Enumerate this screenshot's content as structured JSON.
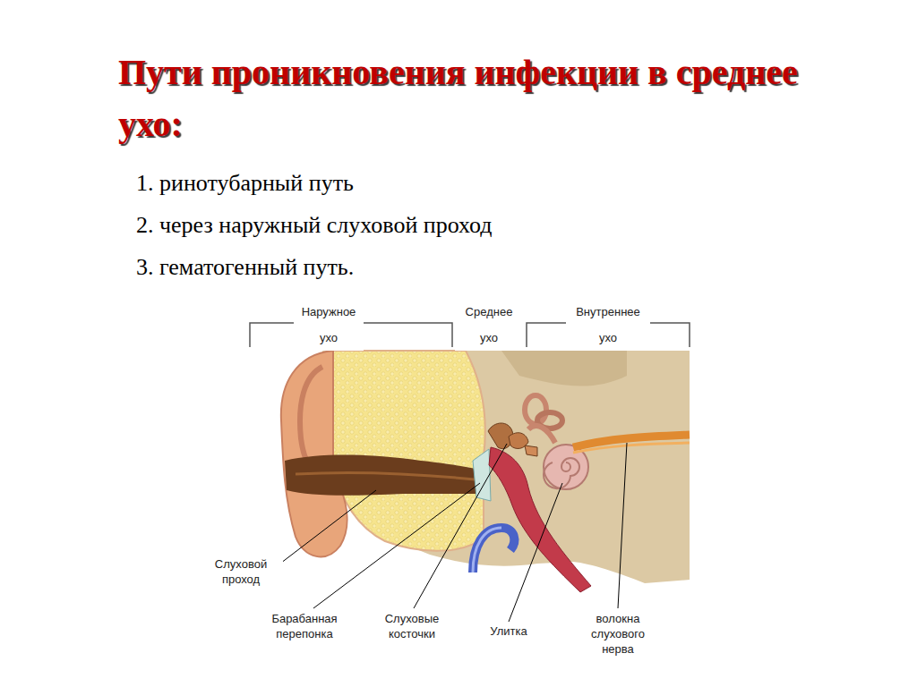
{
  "diagram": {
    "title": "Пути проникновения инфекции в среднее ухо:",
    "labels": [
      "1. ринотубарный путь",
      "2. через наружный слуховой проход",
      "3. гематогенный путь.",
      "Наружное ухо",
      "Среднее ухо",
      "Внутреннее ухо",
      "Слуховой проход",
      "Барабанная перепонка",
      "Слуховые косточки",
      "Улитка",
      "волокна слухового нерва"
    ]
  }
}
